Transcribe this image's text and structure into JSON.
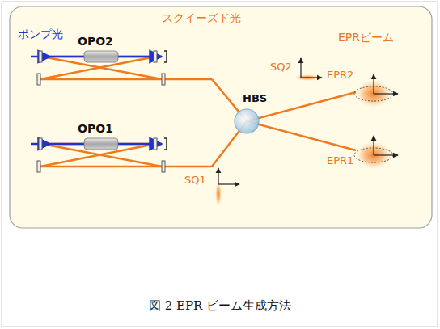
{
  "diagram": {
    "caption": "図 2 EPR ビーム生成方法",
    "labels": [
      "ポンプ光",
      "スクイーズド光",
      "EPRビーム",
      "OPO2",
      "SQ2",
      "OPO1",
      "HBS",
      "EPR2",
      "EPR1",
      "SQ1"
    ]
  }
}
